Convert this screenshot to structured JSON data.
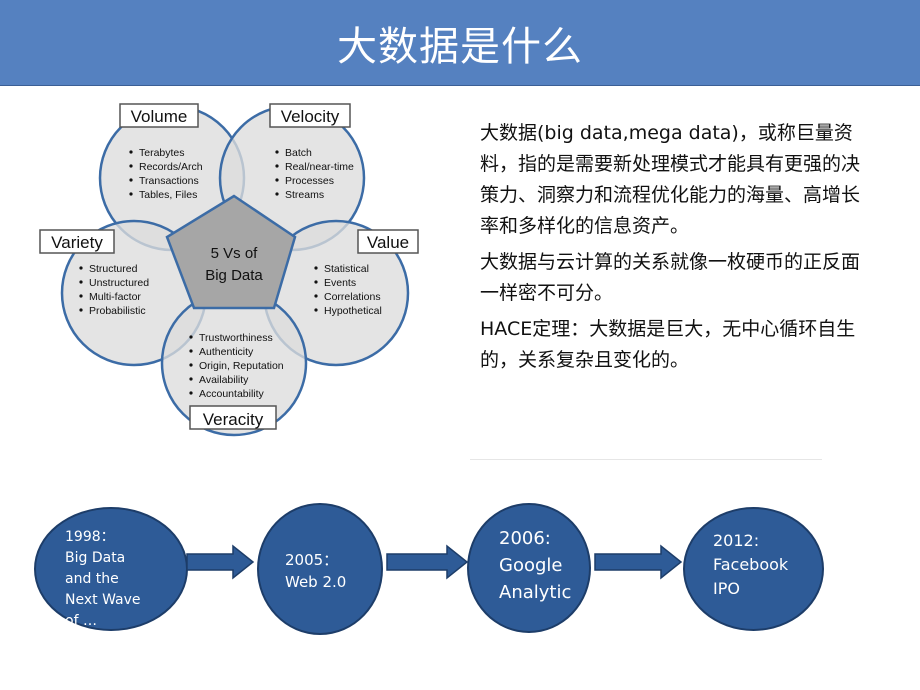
{
  "title": "大数据是什么",
  "diagram": {
    "center_label": "5 Vs of Big Data",
    "center_line1": "5 Vs of",
    "center_line2": "Big Data",
    "volume": {
      "label": "Volume",
      "items": [
        "Terabytes",
        "Records/Arch",
        "Transactions",
        "Tables, Files"
      ]
    },
    "velocity": {
      "label": "Velocity",
      "items": [
        "Batch",
        "Real/near-time",
        "Processes",
        "Streams"
      ]
    },
    "variety": {
      "label": "Variety",
      "items": [
        "Structured",
        "Unstructured",
        "Multi-factor",
        "Probabilistic"
      ]
    },
    "value": {
      "label": "Value",
      "items": [
        "Statistical",
        "Events",
        "Correlations",
        "Hypothetical"
      ]
    },
    "veracity": {
      "label": "Veracity",
      "items": [
        "Trustworthiness",
        "Authenticity",
        "Origin, Reputation",
        "Availability",
        "Accountability"
      ]
    },
    "colors": {
      "circle_fill": "#dcdcdc",
      "circle_stroke": "#3c6ca6",
      "pentagon_fill": "#a6a6a6",
      "pentagon_stroke": "#3c6ca6"
    }
  },
  "description": {
    "p1": "大数据(big data,mega data)，或称巨量资料，指的是需要新处理模式才能具有更强的决策力、洞察力和流程优化能力的海量、高增长率和多样化的信息资产。",
    "p2": "大数据与云计算的关系就像一枚硬币的正反面一样密不可分。",
    "p3": "HACE定理：大数据是巨大，无中心循环自生的，关系复杂且变化的。"
  },
  "timeline": [
    {
      "text": "1998：\nBig Data\nand the\nNext Wave\nof …"
    },
    {
      "text": "2005：\nWeb 2.0"
    },
    {
      "text": "2006:\nGoogle\nAnalytic"
    },
    {
      "text": "2012:\nFacebook\nIPO"
    }
  ],
  "colors": {
    "accent": "#5581c0",
    "node_fill": "#2e5b97"
  }
}
